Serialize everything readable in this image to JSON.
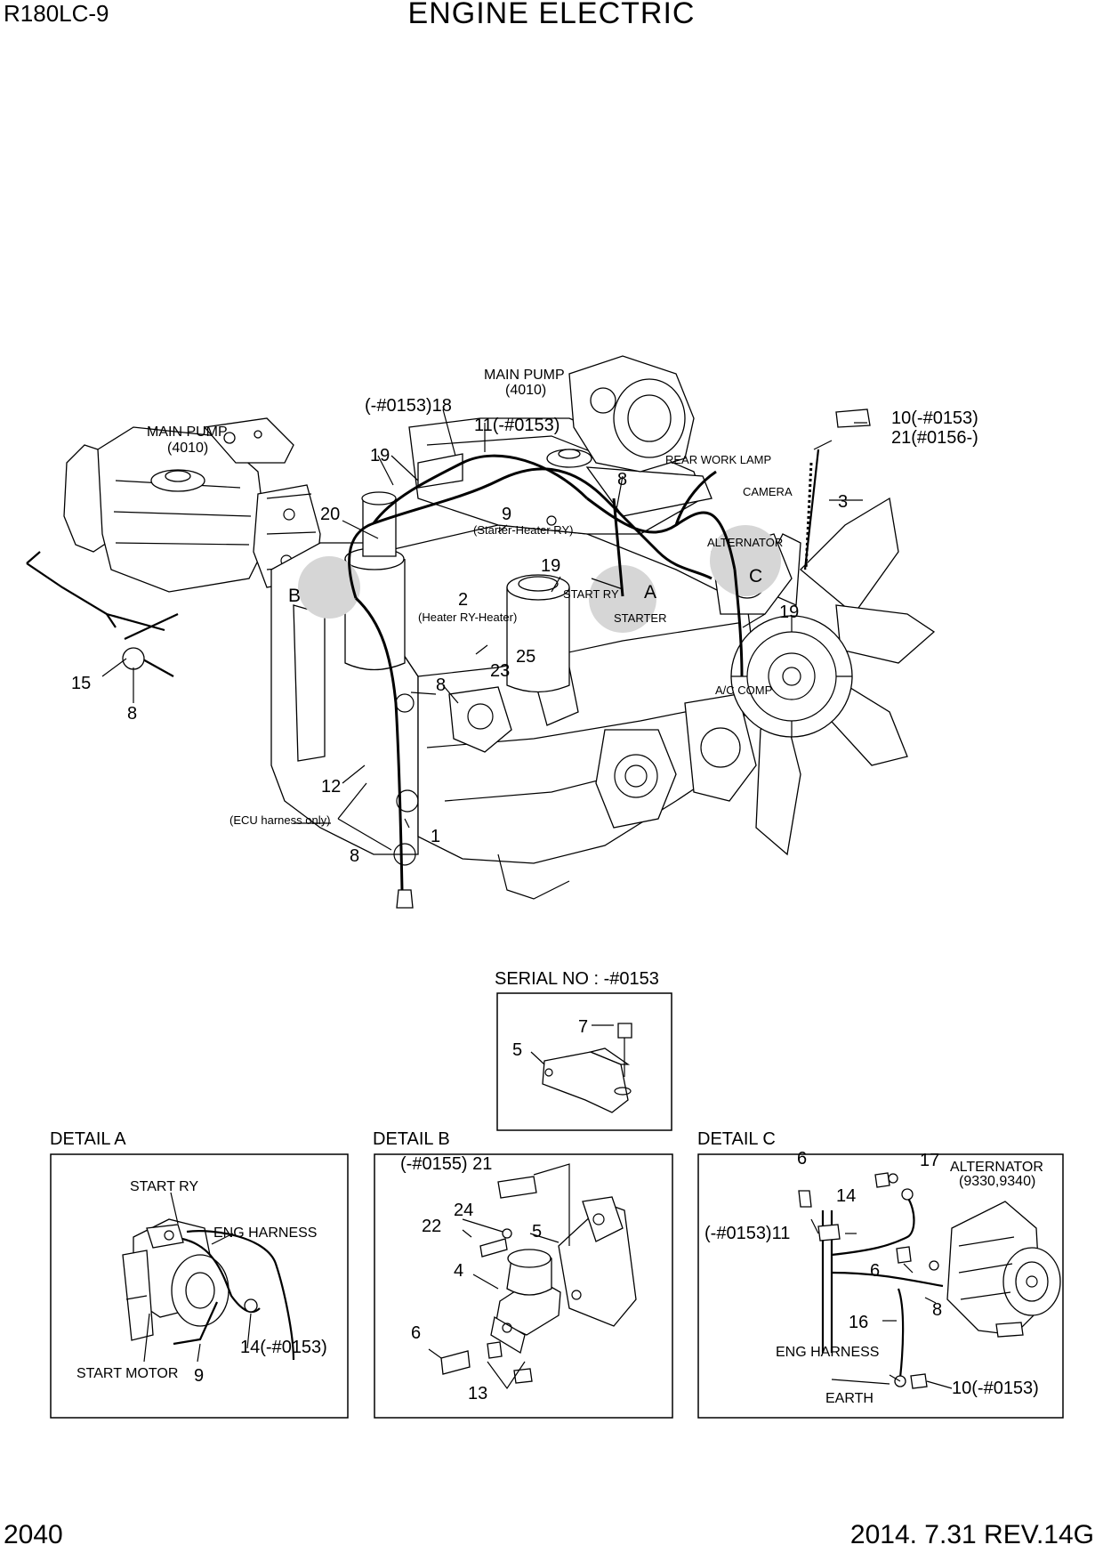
{
  "header": {
    "model": "R180LC-9",
    "title": "ENGINE ELECTRIC"
  },
  "footer": {
    "page_number": "2040",
    "date_revision": "2014. 7.31  REV.14G"
  },
  "main_diagram": {
    "labels": {
      "main_pump_left": "MAIN PUMP",
      "main_pump_left_code": "(4010)",
      "main_pump_top": "MAIN PUMP",
      "main_pump_top_code": "(4010)",
      "rear_work_lamp": "REAR WORK LAMP",
      "camera": "CAMERA",
      "alternator": "ALTERNATOR",
      "start_ry": "START RY",
      "starter": "STARTER",
      "ac_comp": "A/C COMP",
      "starter_heater_ry": "(Starter-Heater RY)",
      "heater_ry_heater": "(Heater RY-Heater)",
      "ecu_harness_only": "(ECU harness only)"
    },
    "callouts": {
      "c18": "(-#0153)18",
      "c11": "11(-#0153)",
      "c10": "10(-#0153)",
      "c21": "21(#0156-)",
      "c19a": "19",
      "c19b": "19",
      "c19c": "19",
      "c20": "20",
      "c9": "9",
      "c8a": "8",
      "c8b": "8",
      "c8c": "8",
      "c8d": "8",
      "c3": "3",
      "c2": "2",
      "c25": "25",
      "c23": "23",
      "c15": "15",
      "c12": "12",
      "c1": "1",
      "A": "A",
      "B": "B",
      "C": "C"
    }
  },
  "serial_box": {
    "heading": "SERIAL NO : -#0153",
    "c7": "7",
    "c5": "5"
  },
  "detail_a": {
    "heading": "DETAIL  A",
    "start_ry": "START RY",
    "eng_harness": "ENG HARNESS",
    "start_motor": "START MOTOR",
    "c14": "14(-#0153)",
    "c9": "9"
  },
  "detail_b": {
    "heading": "DETAIL  B",
    "c21": "(-#0155) 21",
    "c24": "24",
    "c22": "22",
    "c5": "5",
    "c4": "4",
    "c6": "6",
    "c13": "13"
  },
  "detail_c": {
    "heading": "DETAIL  C",
    "c6a": "6",
    "c17": "17",
    "alternator": "ALTERNATOR",
    "alternator_code": "(9330,9340)",
    "c14": "14",
    "c11": "(-#0153)11",
    "c6b": "6",
    "c8": "8",
    "c16": "16",
    "eng_harness": "ENG HARNESS",
    "earth": "EARTH",
    "c10": "10(-#0153)"
  }
}
